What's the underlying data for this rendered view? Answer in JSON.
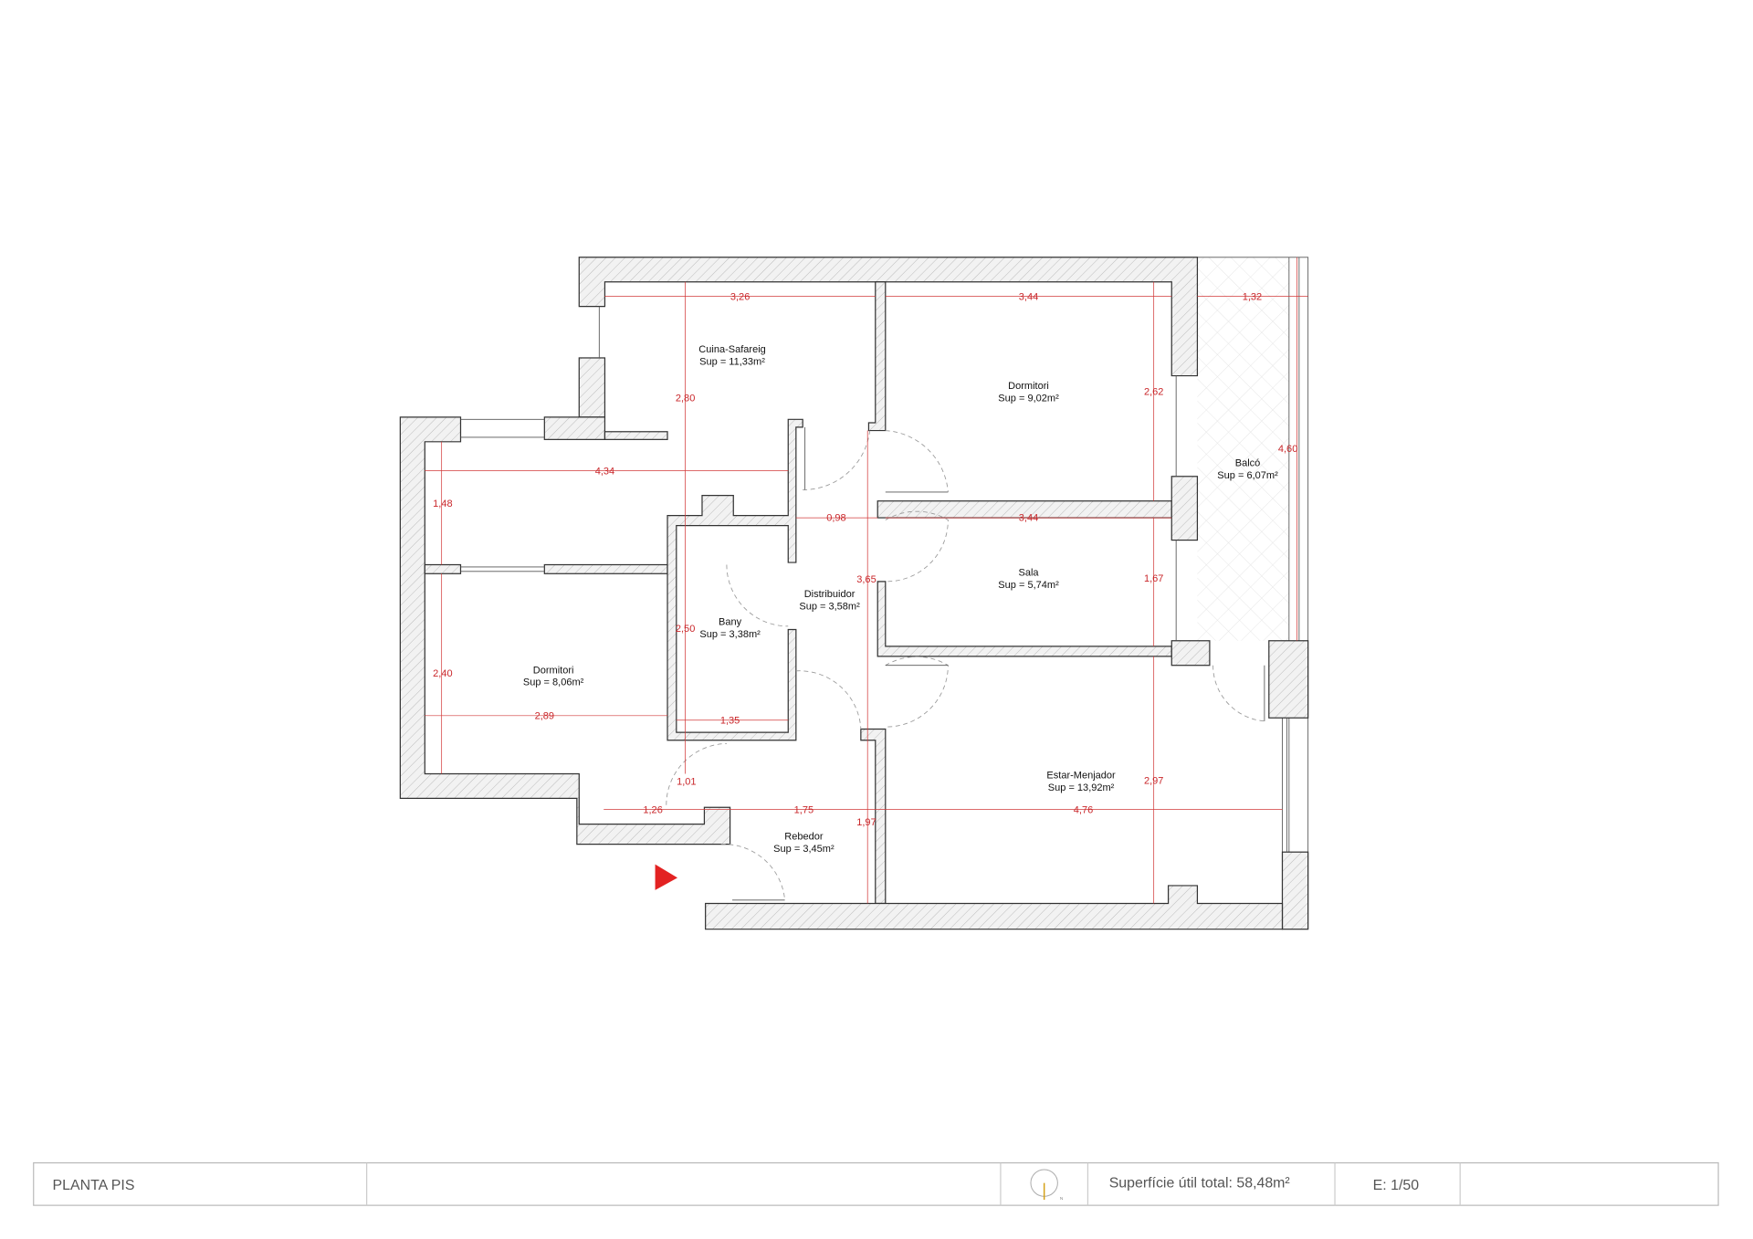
{
  "rooms": [
    {
      "name": "Cuina-Safareig",
      "area": "Sup = 11,33m²"
    },
    {
      "name": "Dormitori",
      "area": "Sup = 9,02m²"
    },
    {
      "name": "Balcó",
      "area": "Sup = 6,07m²"
    },
    {
      "name": "Sala",
      "area": "Sup = 5,74m²"
    },
    {
      "name": "Distribuidor",
      "area": "Sup = 3,58m²"
    },
    {
      "name": "Bany",
      "area": "Sup = 3,38m²"
    },
    {
      "name": "Dormitori",
      "area": "Sup = 8,06m²"
    },
    {
      "name": "Estar-Menjador",
      "area": "Sup = 13,92m²"
    },
    {
      "name": "Rebedor",
      "area": "Sup = 3,45m²"
    }
  ],
  "dimensions": [
    "3,26",
    "3,44",
    "1,32",
    "2,80",
    "2,62",
    "4,60",
    "4,34",
    "1,48",
    "0,98",
    "3,44",
    "3,65",
    "1,67",
    "2,50",
    "2,40",
    "2,89",
    "1,35",
    "1,01",
    "1,26",
    "1,75",
    "1,97",
    "4,76",
    "2,97"
  ],
  "title_block": {
    "title": "PLANTA PIS",
    "north_label": "N",
    "total_area": "Superfície útil total: 58,48m²",
    "scale": "E: 1/50"
  },
  "colors": {
    "dimension": "#c9262a",
    "entrance_marker": "#e32222",
    "north_arrow": "#d4a017"
  }
}
